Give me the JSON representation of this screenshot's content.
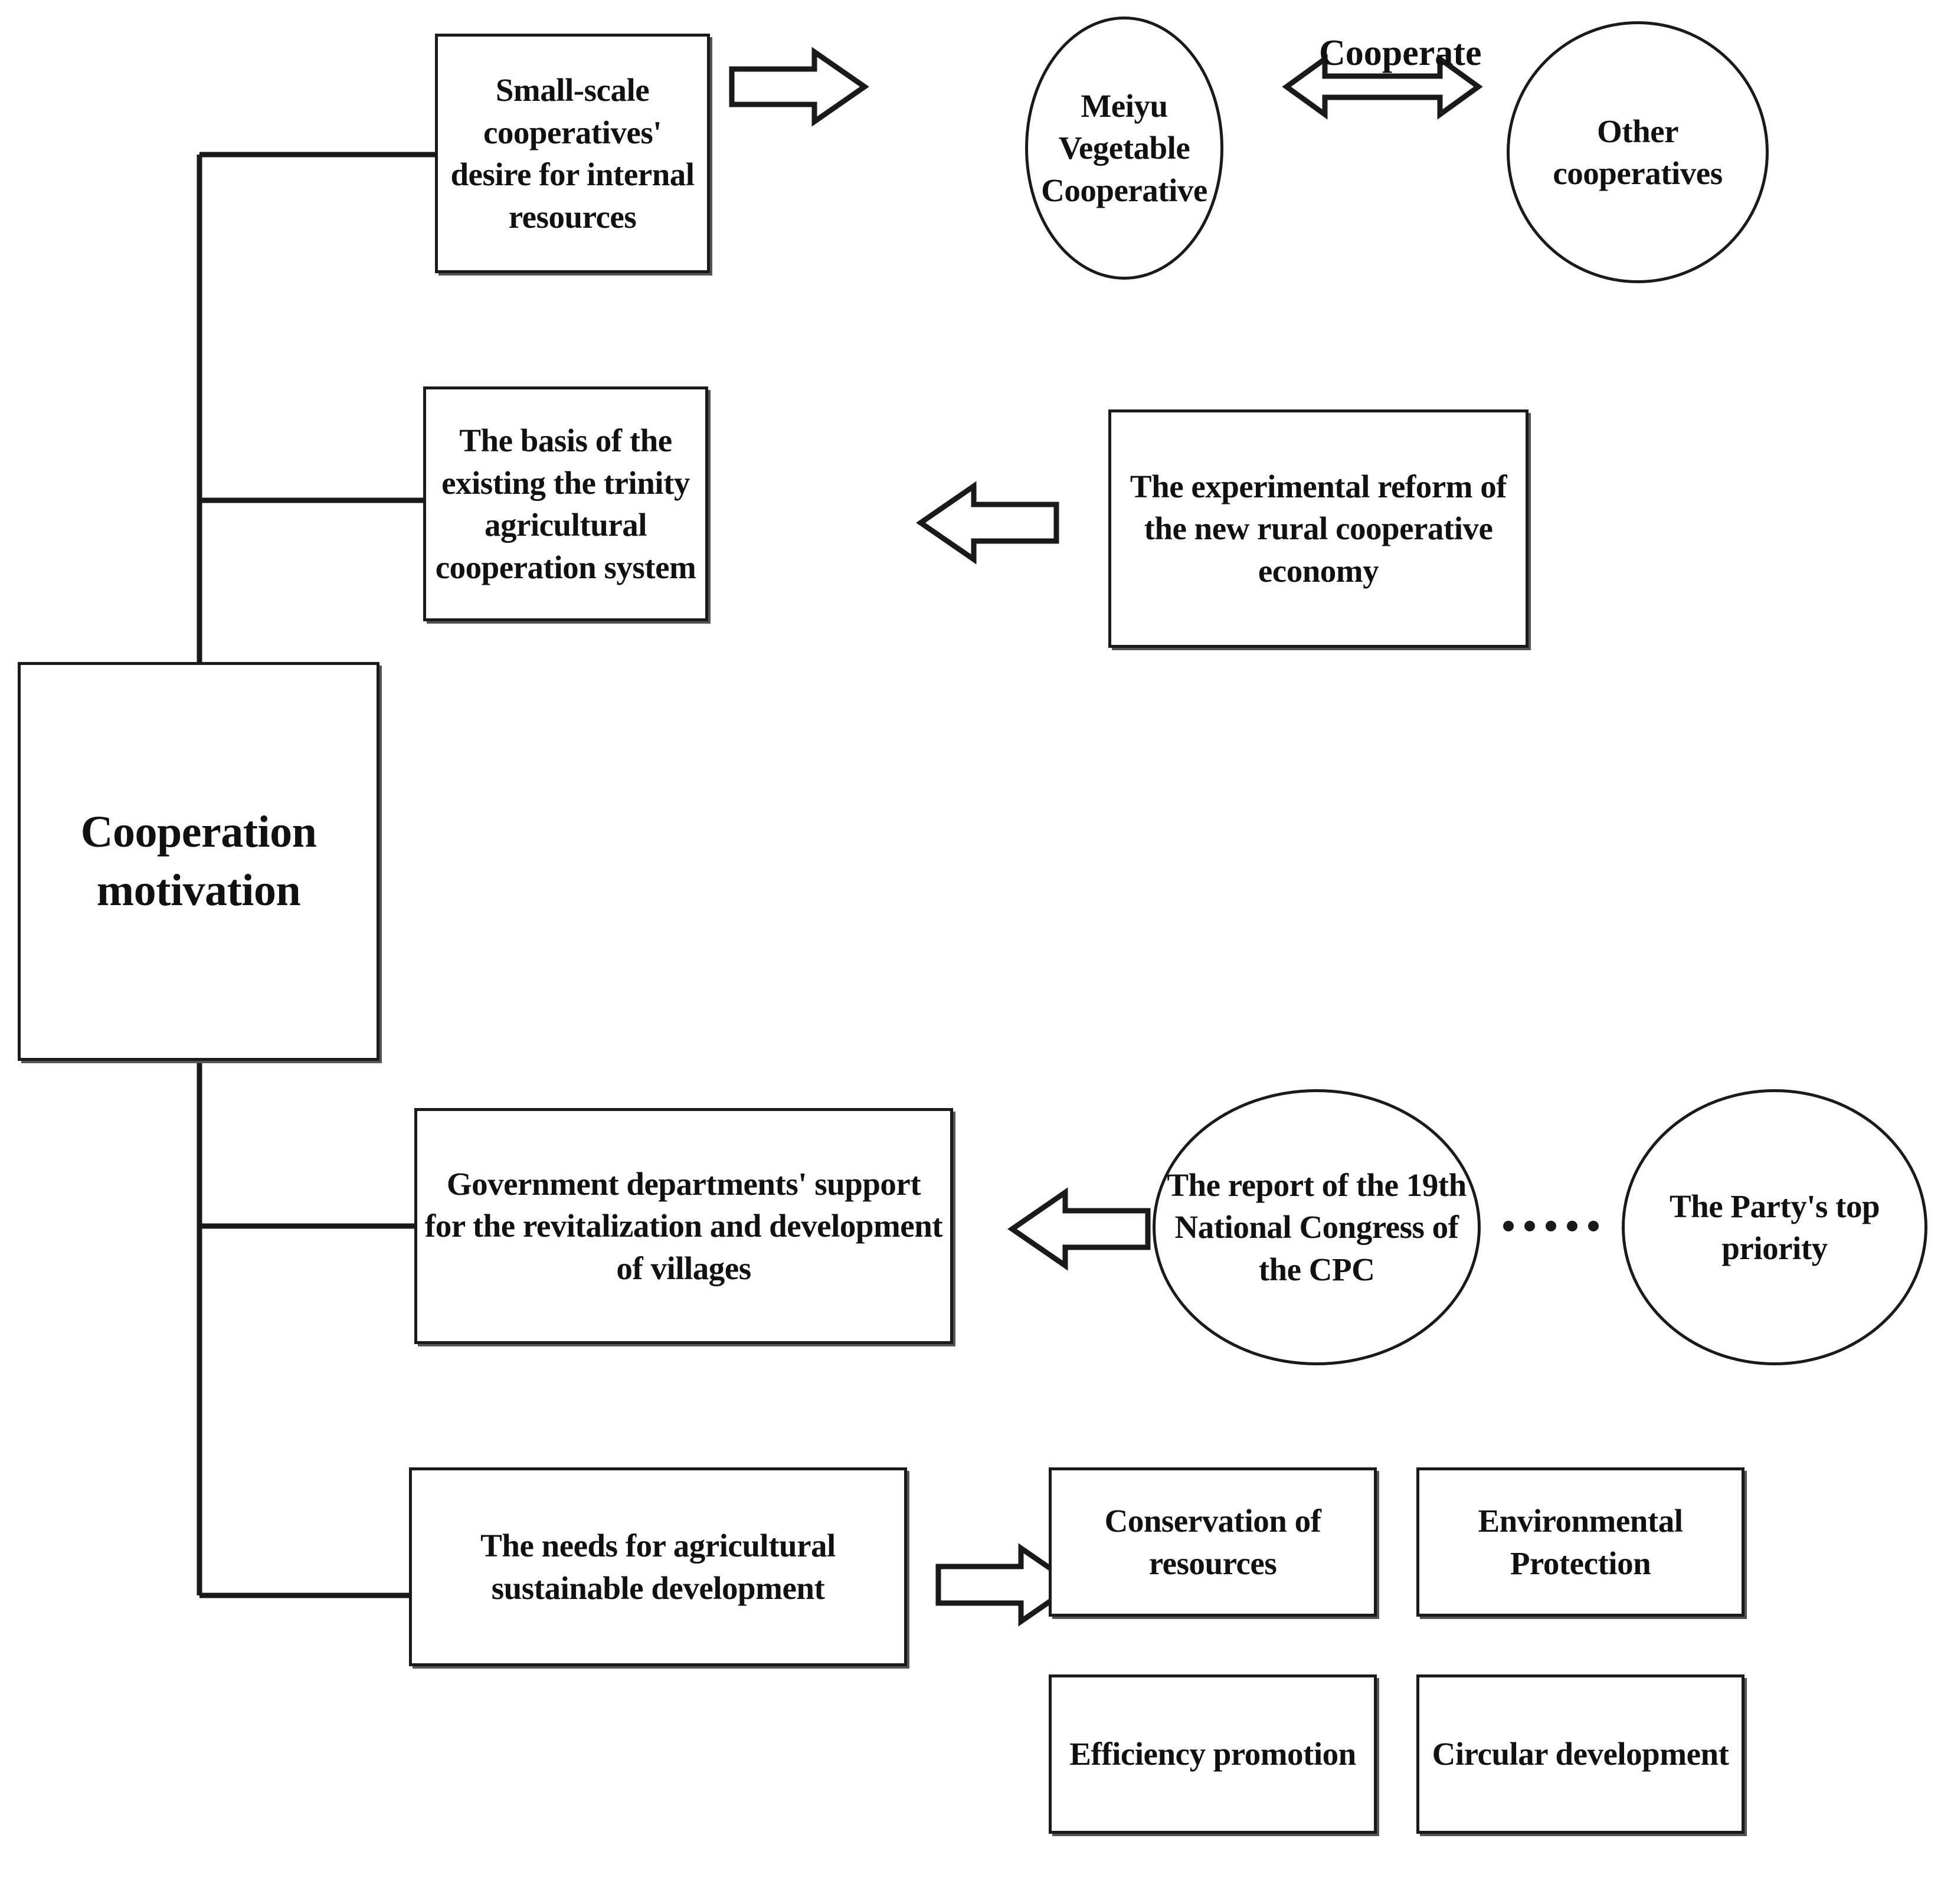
{
  "diagram": {
    "title": "Cooperation motivation framework",
    "root": {
      "label": "Cooperation\nmotivation"
    },
    "branches": [
      {
        "id": "branch-internal-resources",
        "label": "Small-scale cooperatives' desire for internal resources",
        "arrow": "plain-arrow-right"
      },
      {
        "id": "branch-trinity-system",
        "label": "The basis of the existing the trinity agricultural cooperation system",
        "arrow": "plain-arrow-right"
      },
      {
        "id": "branch-government-support",
        "label": "Government departments' support for the revitalization and development of villages",
        "arrow": "plain-arrow-right"
      },
      {
        "id": "branch-sustainable-development",
        "label": "The needs for agricultural sustainable development",
        "arrow": "plain-arrow-right"
      }
    ],
    "circles": [
      {
        "id": "meiyu-vegetable-cooperative",
        "label": "Meiyu Vegetable Cooperative"
      },
      {
        "id": "other-cooperatives",
        "label": "Other cooperatives"
      },
      {
        "id": "report-19th-congress",
        "label": "The report of the 19th National Congress of the CPC"
      },
      {
        "id": "party-top-priority",
        "label": "The Party's top priority"
      }
    ],
    "side_boxes": [
      {
        "id": "experimental-reform",
        "label": "The experimental reform of the new rural cooperative economy"
      }
    ],
    "outcome_boxes": [
      {
        "id": "conservation-of-resources",
        "label": "Conservation of resources"
      },
      {
        "id": "environmental-protection",
        "label": "Environmental Protection"
      },
      {
        "id": "efficiency-promotion",
        "label": "Efficiency promotion"
      },
      {
        "id": "circular-development",
        "label": "Circular development"
      }
    ],
    "edge_labels": {
      "cooperate": "Cooperate",
      "ellipsis": "……"
    },
    "colors": {
      "stroke": "#1a1a1a",
      "shadow": "#555555",
      "text": "#111111",
      "background": "#ffffff"
    }
  }
}
